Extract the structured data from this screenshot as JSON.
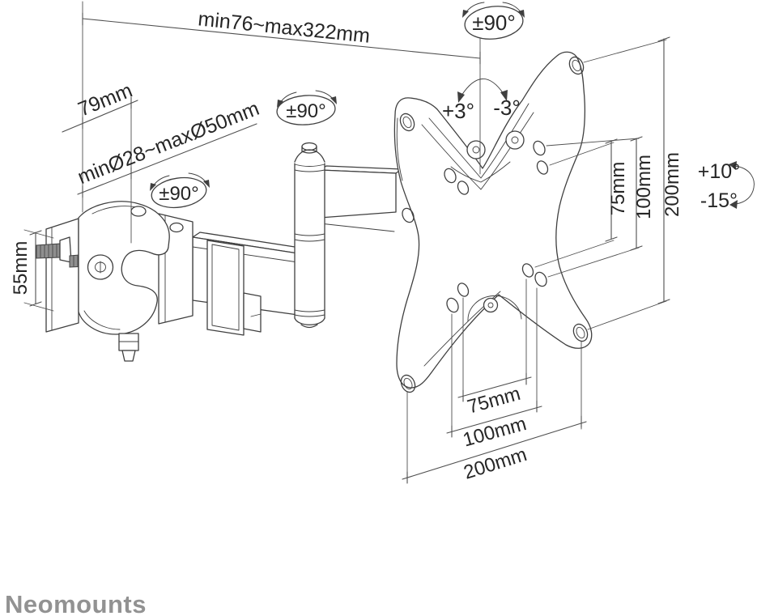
{
  "colors": {
    "line": "#3f3f3f",
    "dim": "#4f4f4f",
    "text": "#262626",
    "screw": "#8f8f8f",
    "logo": "#929292",
    "bg": "#ffffff"
  },
  "logo": {
    "text": "Neomounts"
  },
  "annotations": {
    "arm_extension": "min76~max322mm",
    "clamp_offset": "79mm",
    "pole_diameter": "minØ28~maxØ50mm",
    "clamp_height": "55mm",
    "swivel_plate": "±90°",
    "swivel_arm": "±90°",
    "swivel_clamp": "±90°",
    "level_cw": "+3°",
    "level_ccw": "-3°",
    "tilt_up": "+10°",
    "tilt_down": "-15°",
    "vesa_vertical": {
      "v75": "75mm",
      "v100": "100mm",
      "v200": "200mm"
    },
    "vesa_horizontal": {
      "h75": "75mm",
      "h100": "100mm",
      "h200": "200mm"
    }
  }
}
